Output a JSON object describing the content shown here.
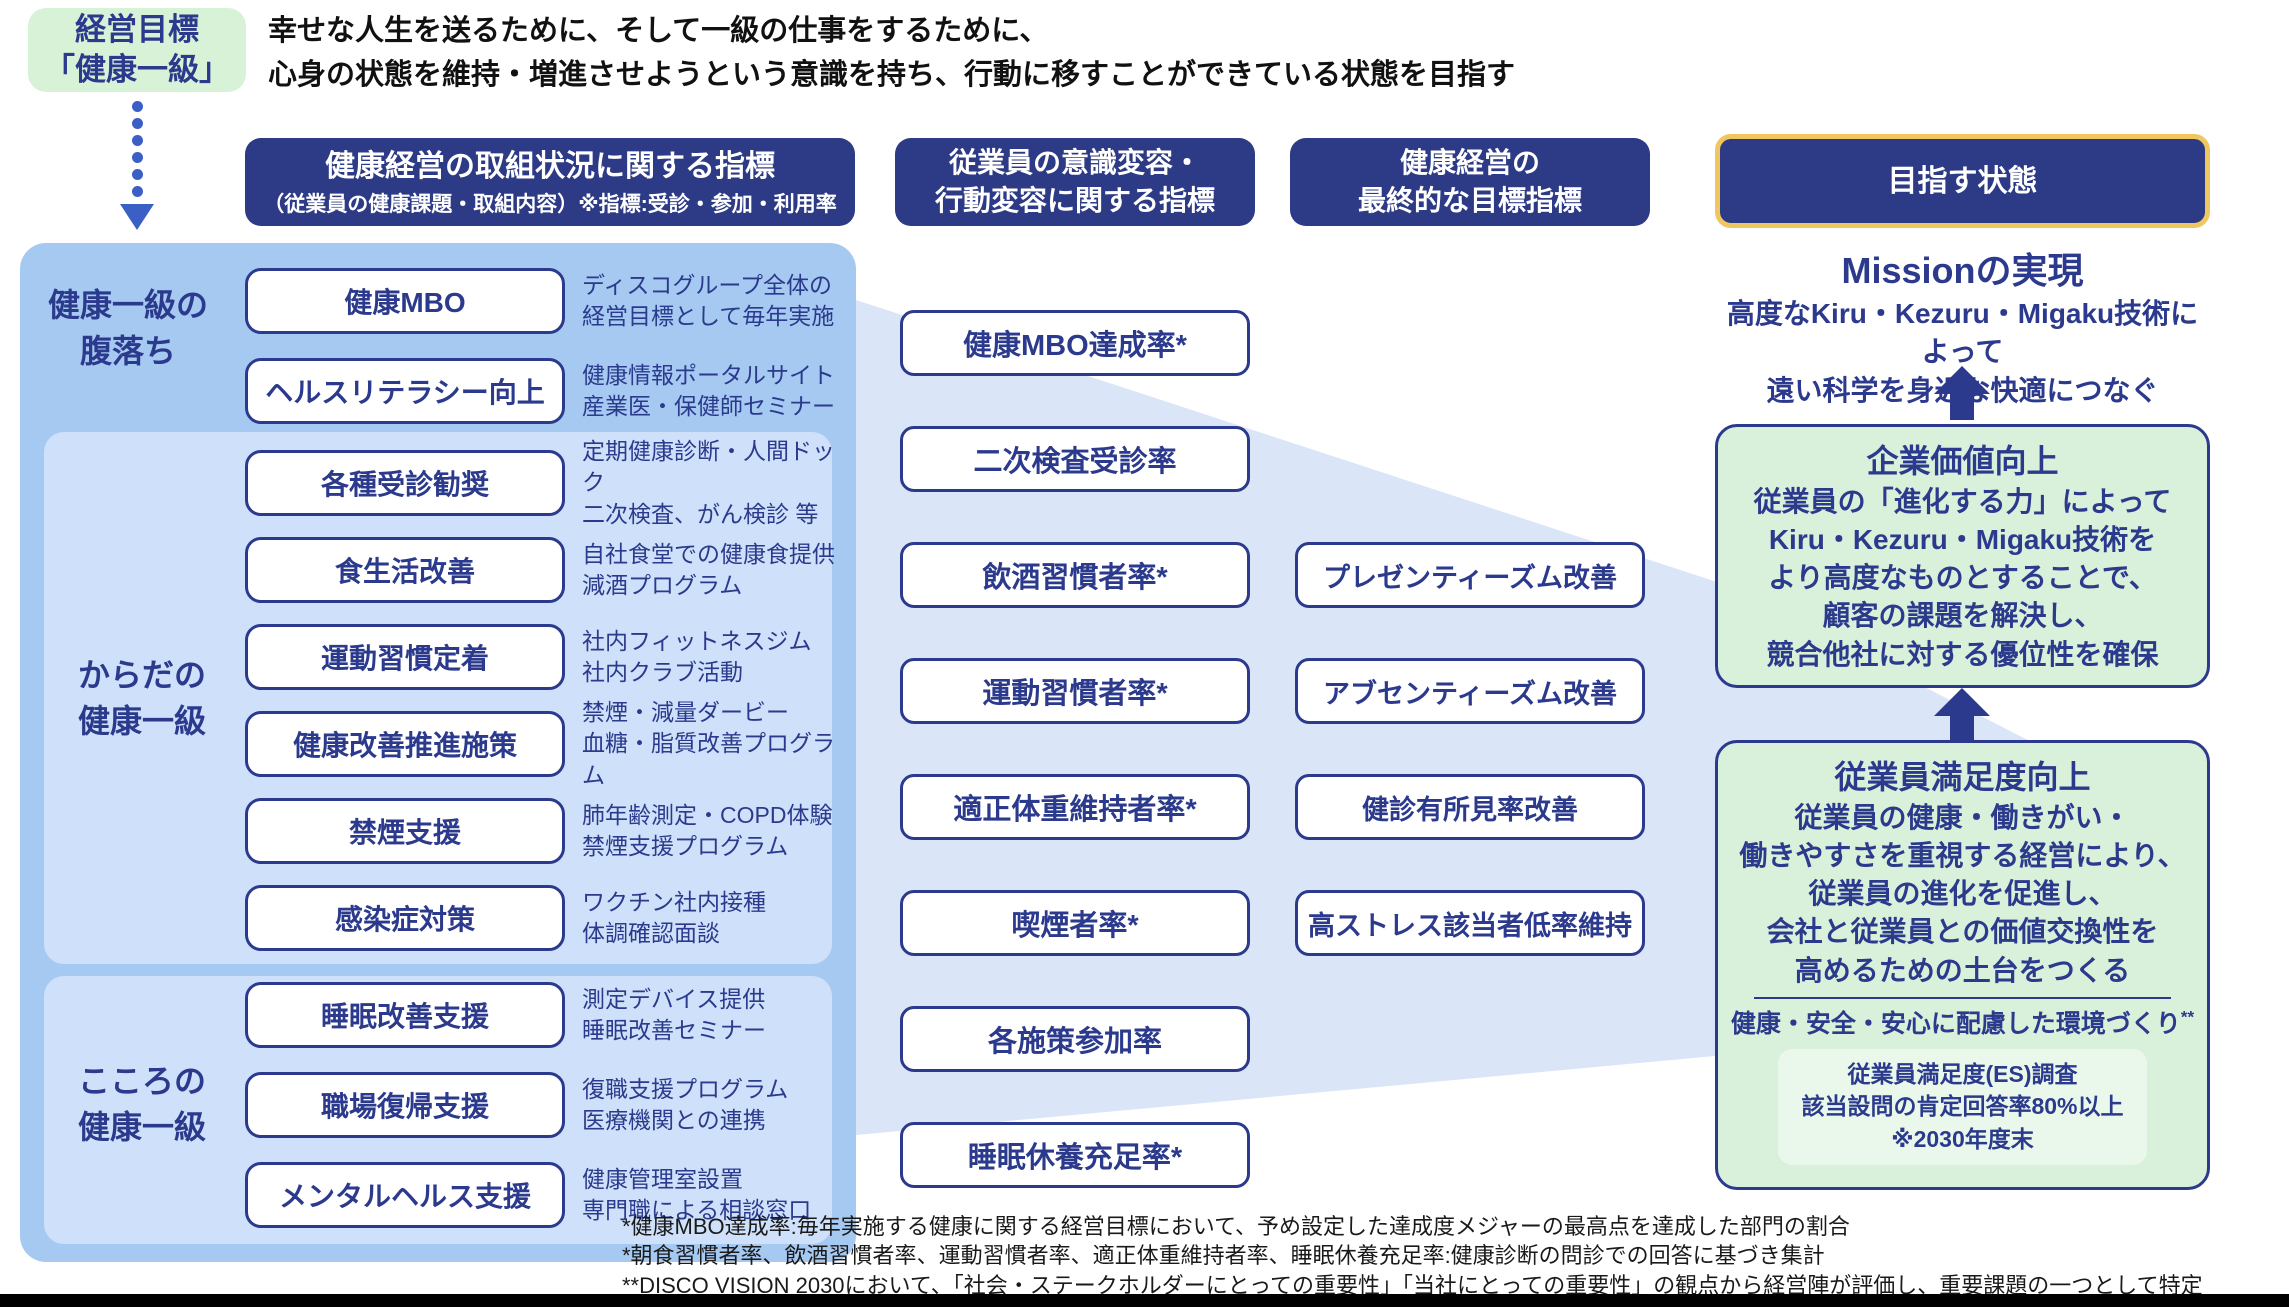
{
  "goal_badge": {
    "line1": "経営目標",
    "line2": "「健康一級」"
  },
  "goal_statement": {
    "line1": "幸せな人生を送るために、そして一級の仕事をするために、",
    "line2": "心身の状態を維持・増進させようという意識を持ち、行動に移すことができている状態を目指す"
  },
  "column_headers": {
    "initiatives": {
      "title": "健康経営の取組状況に関する指標",
      "subtitle": "（従業員の健康課題・取組内容）※指標:受診・参加・利用率"
    },
    "awareness": {
      "line1": "従業員の意識変容・",
      "line2": "行動変容に関する指標"
    },
    "final": {
      "line1": "健康経営の",
      "line2": "最終的な目標指標"
    },
    "target": {
      "title": "目指す状態"
    }
  },
  "left_panel": {
    "sections": [
      {
        "label_line1": "健康一級の",
        "label_line2": "腹落ち"
      },
      {
        "label_line1": "からだの",
        "label_line2": "健康一級"
      },
      {
        "label_line1": "こころの",
        "label_line2": "健康一級"
      }
    ],
    "rows": [
      {
        "measure": "健康MBO",
        "desc1": "ディスコグループ全体の",
        "desc2": "経営目標として毎年実施"
      },
      {
        "measure": "ヘルスリテラシー向上",
        "desc1": "健康情報ポータルサイト",
        "desc2": "産業医・保健師セミナー"
      },
      {
        "measure": "各種受診勧奨",
        "desc1": "定期健康診断・人間ドック",
        "desc2": "二次検査、がん検診 等"
      },
      {
        "measure": "食生活改善",
        "desc1": "自社食堂での健康食提供",
        "desc2": "減酒プログラム"
      },
      {
        "measure": "運動習慣定着",
        "desc1": "社内フィットネスジム",
        "desc2": "社内クラブ活動"
      },
      {
        "measure": "健康改善推進施策",
        "desc1": "禁煙・減量ダービー",
        "desc2": "血糖・脂質改善プログラム"
      },
      {
        "measure": "禁煙支援",
        "desc1": "肺年齢測定・COPD体験",
        "desc2": "禁煙支援プログラム"
      },
      {
        "measure": "感染症対策",
        "desc1": "ワクチン社内接種",
        "desc2": "体調確認面談"
      },
      {
        "measure": "睡眠改善支援",
        "desc1": "測定デバイス提供",
        "desc2": "睡眠改善セミナー"
      },
      {
        "measure": "職場復帰支援",
        "desc1": "復職支援プログラム",
        "desc2": "医療機関との連携"
      },
      {
        "measure": "メンタルヘルス支援",
        "desc1": "健康管理室設置",
        "desc2": "専門職による相談窓口"
      }
    ]
  },
  "awareness_indicators": [
    "健康MBO達成率*",
    "二次検査受診率",
    "飲酒習慣者率*",
    "運動習慣者率*",
    "適正体重維持者率*",
    "喫煙者率*",
    "各施策参加率",
    "睡眠休養充足率*"
  ],
  "final_indicators": [
    "プレゼンティーズム改善",
    "アブセンティーズム改善",
    "健診有所見率改善",
    "高ストレス該当者低率維持"
  ],
  "target_state": {
    "mission_title": "Missionの実現",
    "mission_line1": "高度なKiru・Kezuru・Migaku技術によって",
    "mission_line2": "遠い科学を身近な快適につなぐ",
    "corporate_value": {
      "title": "企業価値向上",
      "line1": "従業員の「進化する力」によって",
      "line2": "Kiru・Kezuru・Migaku技術を",
      "line3": "より高度なものとすることで、",
      "line4": "顧客の課題を解決し、",
      "line5": "競合他社に対する優位性を確保"
    },
    "employee_satisfaction": {
      "title": "従業員満足度向上",
      "line1": "従業員の健康・働きがい・",
      "line2": "働きやすさを重視する経営により、",
      "line3": "従業員の進化を促進し、",
      "line4": "会社と従業員との価値交換性を",
      "line5": "高めるための土台をつくる",
      "env_line": "健康・安全・安心に配慮した環境づくり",
      "env_sup": "**",
      "es_line1": "従業員満足度(ES)調査",
      "es_line2": "該当設問の肯定回答率80%以上",
      "es_line3": "※2030年度末"
    }
  },
  "footnotes": [
    "*健康MBO達成率:毎年実施する健康に関する経営目標において、予め設定した達成度メジャーの最高点を達成した部門の割合",
    "*朝食習慣者率、飲酒習慣者率、運動習慣者率、適正体重維持者率、睡眠休養充足率:健康診断の問診での回答に基づき集計",
    "**DISCO VISION 2030において、「社会・ステークホルダーにとっての重要性」「当社にとっての重要性」の観点から経営陣が評価し、重要課題の一つとして特定"
  ],
  "colors": {
    "navy": "#2b3a8c",
    "header_bg": "#2d3a85",
    "panel_blue": "#a6c9f2",
    "panel_light": "#cfe1fa",
    "funnel_blue": "#dae5f8",
    "green_box": "#d9f0da",
    "green_inner": "#eaf8ec",
    "yellow_border": "#f0c75e",
    "badge_green": "#d8f2d8",
    "arrow_blue": "#3a5fc5"
  }
}
